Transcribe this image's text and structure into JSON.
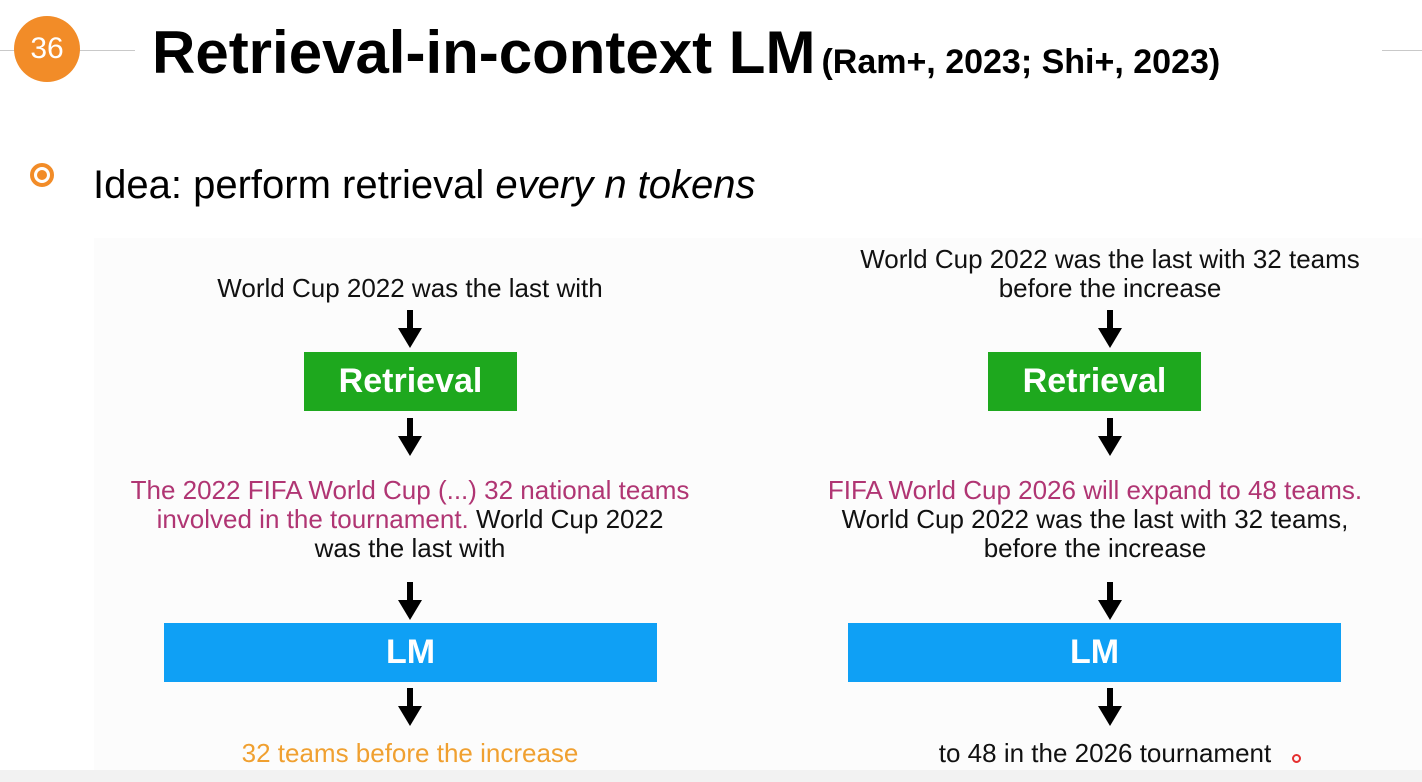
{
  "slide": {
    "number": "36",
    "title": "Retrieval-in-context LM",
    "citation": "(Ram+, 2023; Shi+, 2023)",
    "bullet": {
      "prefix": "Idea: perform retrieval ",
      "emphasis": "every n tokens"
    }
  },
  "colors": {
    "accent": "#f28c28",
    "retrieval_box": "#1ea81e",
    "lm_box": "#0fa0f5",
    "retrieved_text": "#b03573",
    "generated_text": "#f0a030"
  },
  "left": {
    "query": "World Cup 2022 was the last with",
    "retrieval_label": "Retrieval",
    "retrieved_1": "The 2022 FIFA World Cup (...) 32 national teams",
    "retrieved_2": "involved in the tournament.",
    "context_2": "World Cup 2022",
    "context_3": "was the last with",
    "lm_label": "LM",
    "output": "32 teams before the increase"
  },
  "right": {
    "query_1": "World Cup 2022 was the last with 32 teams",
    "query_2": "before the increase",
    "retrieval_label": "Retrieval",
    "retrieved_1": "FIFA World Cup 2026 will expand to 48 teams.",
    "context_2": "World Cup 2022 was the last with 32 teams,",
    "context_3": "before the increase",
    "lm_label": "LM",
    "output": "to 48 in the 2026 tournament"
  }
}
